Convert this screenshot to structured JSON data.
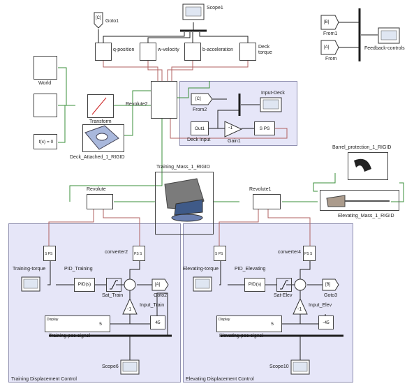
{
  "model": {
    "goto_blocks": {
      "goto1": {
        "tag": "[C]",
        "name": "Goto1"
      },
      "goto2": {
        "tag": "[A]",
        "name": "Goto2"
      },
      "goto3": {
        "tag": "[B]",
        "name": "Goto3"
      }
    },
    "from_blocks": {
      "from1": {
        "tag": "[B]",
        "name": "From1"
      },
      "from": {
        "tag": "[A]",
        "name": "From"
      },
      "from2": {
        "tag": "[C]",
        "name": "From2"
      }
    },
    "scopes": {
      "scope1": "Scope1",
      "feedback": "Feedback-controls",
      "input_deck": "Input-Deck",
      "scope6": "Scope6",
      "scope10": "Scope10"
    },
    "sensors": {
      "q_position": "q-position",
      "w_velocity": "w-velocity",
      "b_acceleration": "b-acceleration",
      "deck_torque_1": "Deck",
      "deck_torque_2": "torque"
    },
    "mechanics": {
      "world": "World",
      "transform": "Transform",
      "revolute": "Revolute",
      "revolute1": "Revolute1",
      "revolute2": "Revolute2",
      "fx": "f(x) = 0",
      "deck_attached": "Deck_Attached_1_RIGID",
      "training_mass": "Training_Mass_1_RIGID",
      "barrel": "Barrel_protection_1_RIGID",
      "elevating_mass": "Elevating_Mass_1_RIGID"
    },
    "deck_input": {
      "out1": "Out1",
      "deck_input_label": "Deck Input",
      "gain_value": "-1",
      "gain_name": "Gain1",
      "s_ps": "S PS"
    },
    "training": {
      "title": "Training Displacement Control",
      "torque": "Training-torque",
      "pid_name": "PID_Training",
      "pid": "PID(s)",
      "sat": "Sat_Train",
      "converter": "converter2",
      "input": "Input_Train",
      "const": "45",
      "gain": "-1",
      "signal": "Training-pos-signal",
      "signal_val": "5"
    },
    "elevating": {
      "title": "Elevating Displacement Control",
      "torque": "Elevating-torque",
      "pid_name": "PID_Elevating",
      "pid": "PID(s)",
      "sat": "Sat-Elev",
      "converter": "converter4",
      "input": "Input_Elev",
      "const": "-45",
      "gain": "-1",
      "signal": "Elevating-pos-signal",
      "signal_val": "5"
    },
    "misc": {
      "display": "Display",
      "sps": "S PS",
      "psS": "PS S"
    }
  }
}
